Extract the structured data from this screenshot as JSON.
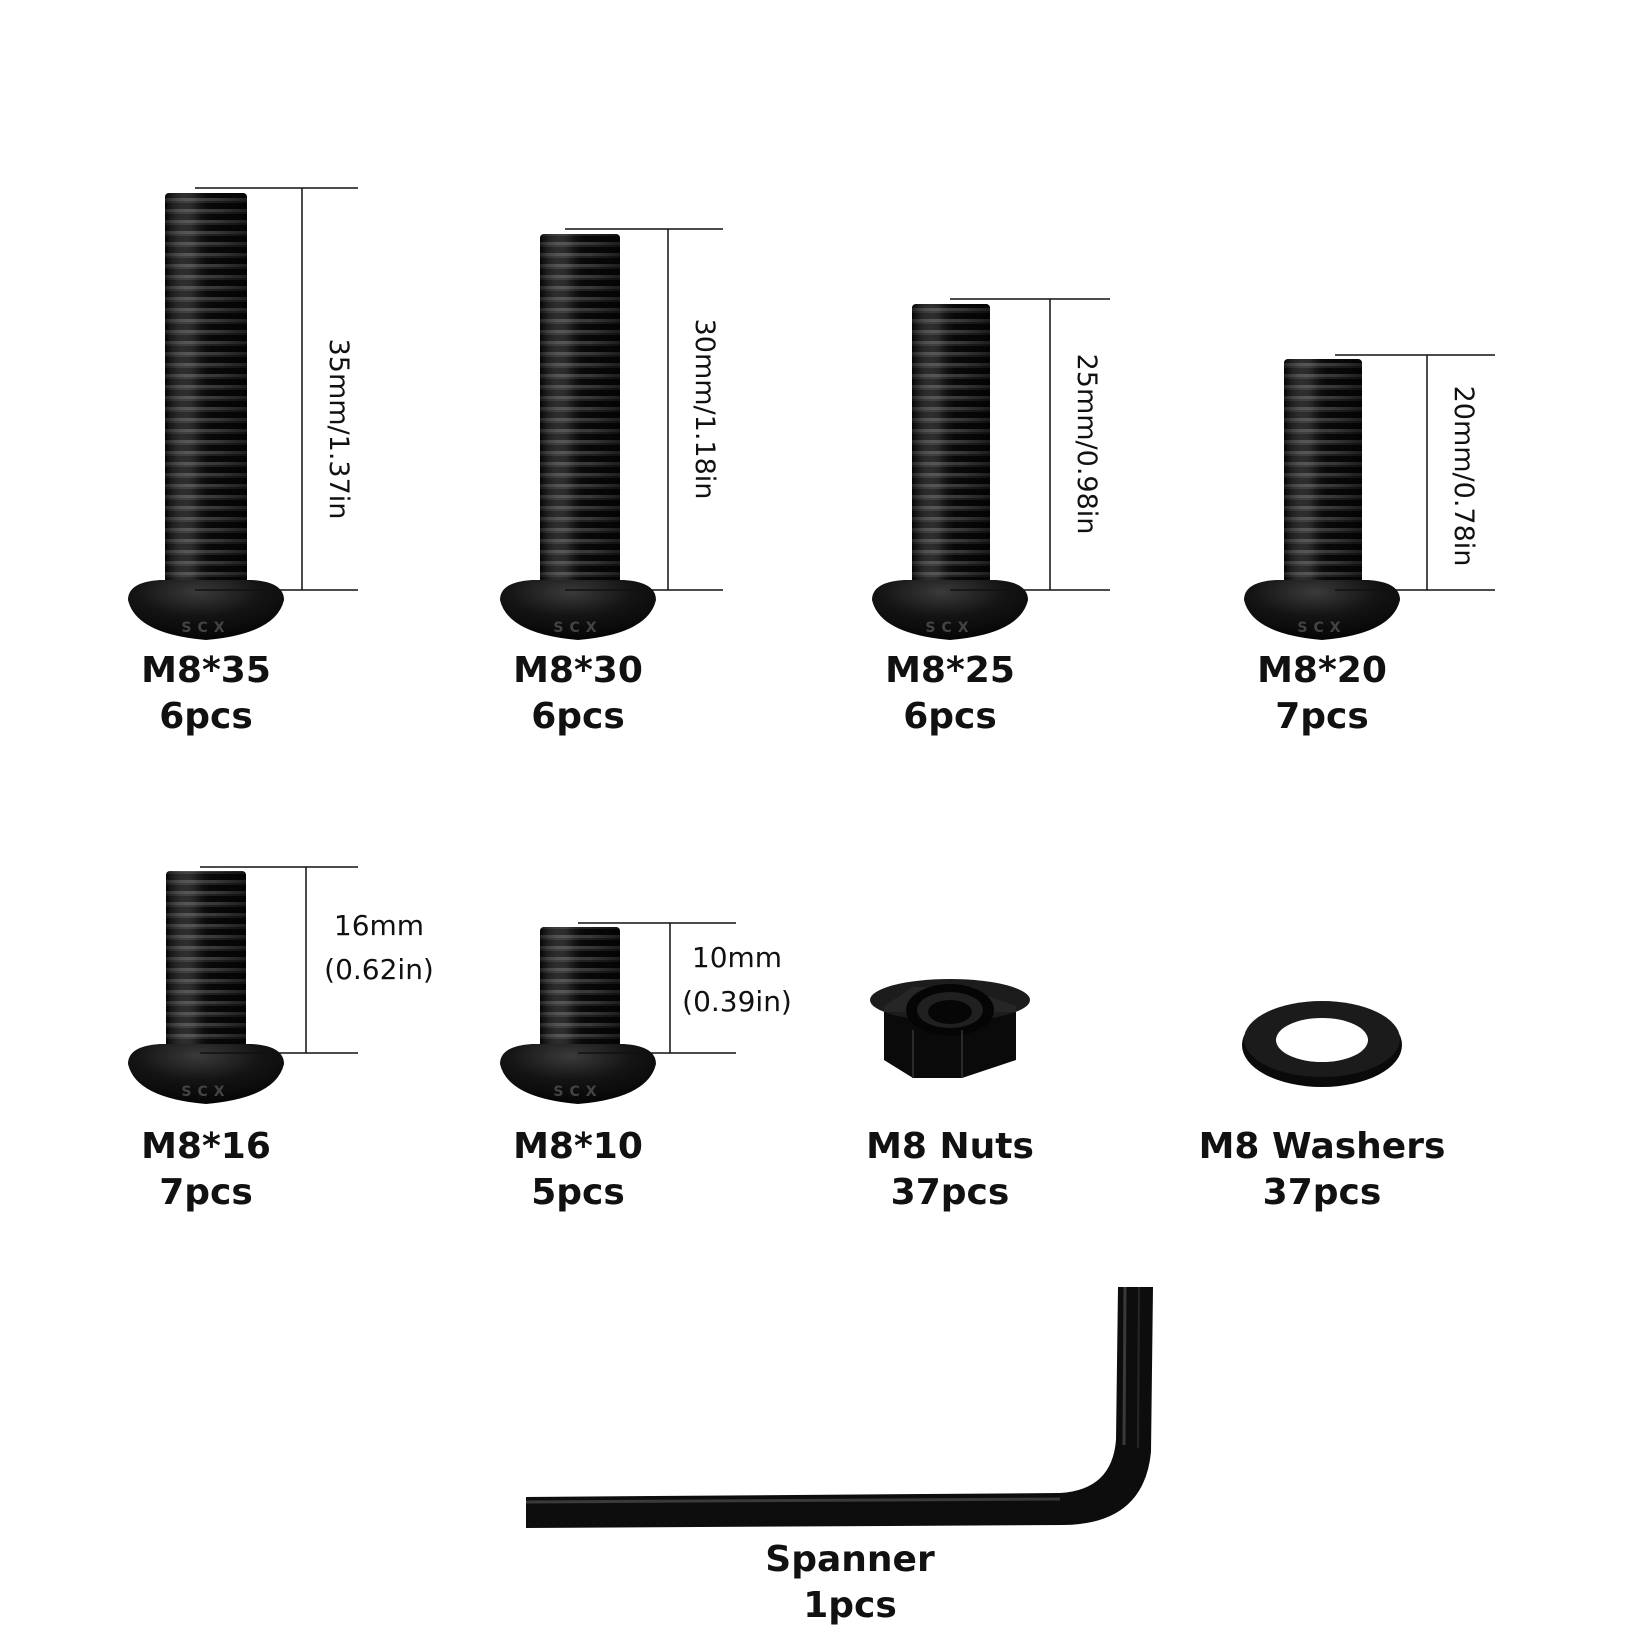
{
  "items": [
    {
      "name": "M8*35",
      "qty": "6pcs",
      "dimension": "35mm/1.37in"
    },
    {
      "name": "M8*30",
      "qty": "6pcs",
      "dimension": "30mm/1.18in"
    },
    {
      "name": "M8*25",
      "qty": "6pcs",
      "dimension": "25mm/0.98in"
    },
    {
      "name": "M8*20",
      "qty": "7pcs",
      "dimension": "20mm/0.78in"
    },
    {
      "name": "M8*16",
      "qty": "7pcs",
      "dimension_mm": "16mm",
      "dimension_in": "(0.62in)"
    },
    {
      "name": "M8*10",
      "qty": "5pcs",
      "dimension_mm": "10mm",
      "dimension_in": "(0.39in)"
    },
    {
      "name": "M8 Nuts",
      "qty": "37pcs"
    },
    {
      "name": "M8 Washers",
      "qty": "37pcs"
    },
    {
      "name": "Spanner",
      "qty": "1pcs"
    }
  ],
  "head_marking": "SCX",
  "colors": {
    "part": "#0d0d0d",
    "text": "#111111",
    "background": "#ffffff"
  }
}
